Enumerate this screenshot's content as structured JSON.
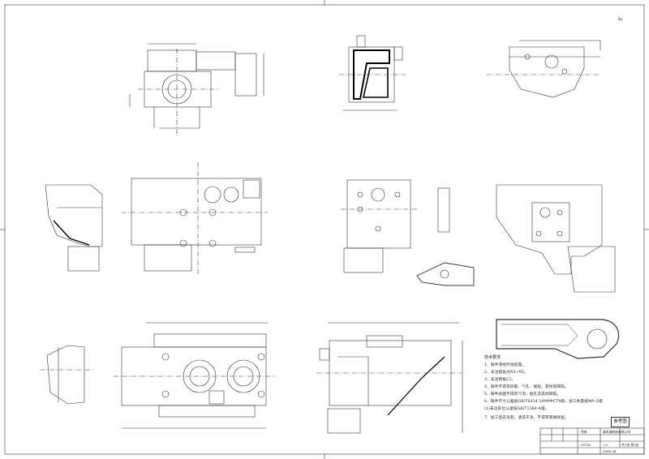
{
  "sheet": {
    "corner_code": "Ba"
  },
  "tech_notes": {
    "title": "技术要求",
    "items": [
      "1、铸件须经时效处理。",
      "2、未注圆角为R3~R5。",
      "3、未注倒角C1。",
      "4、铸件不得有砂眼、气孔、缩松、裂纹等缺陷。",
      "5、铸件表面不得有气泡，缩孔及其他缺陷。",
      "6、铸件尺寸公差按GB/T6414-1999中CT9级，加工余量按MA-G级",
      "   (1)未注形位公差按GB/T1184-K级。",
      "7、加工后去毛刺，清洗干净，不得有铁屑残留。"
    ]
  },
  "stamp": "参考图",
  "title_block": {
    "part_name": "壳体",
    "material": "HT250",
    "company": "某机械制造有限公司",
    "drawing_no": "Q460-08",
    "scale": "1:2",
    "sheet": "共1张 第1张"
  },
  "colors": {
    "line": "#333333",
    "hatch": "#555555",
    "section_fill": "#000000"
  }
}
